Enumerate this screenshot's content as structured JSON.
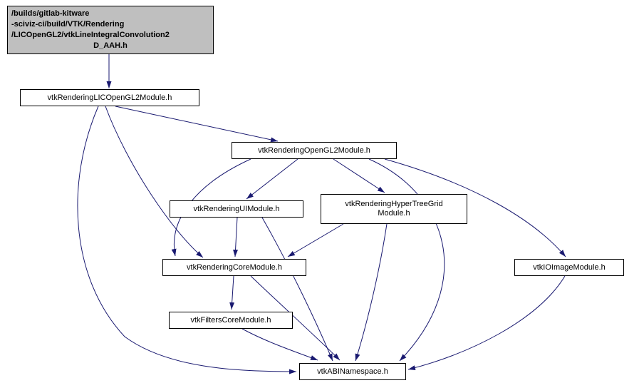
{
  "graph": {
    "kind": "include-dependency-graph",
    "colors": {
      "edge": "#191970",
      "node_border": "#000000",
      "node_fill": "#ffffff",
      "root_fill": "#bfbfbf"
    },
    "nodes": {
      "root": {
        "lines": [
          "/builds/gitlab-kitware",
          "-sciviz-ci/build/VTK/Rendering",
          "/LICOpenGL2/vtkLineIntegralConvolution2",
          "D_AAH.h"
        ]
      },
      "lic": {
        "label": "vtkRenderingLICOpenGL2Module.h"
      },
      "opengl2": {
        "label": "vtkRenderingOpenGL2Module.h"
      },
      "ui": {
        "label": "vtkRenderingUIModule.h"
      },
      "htg": {
        "lines": [
          "vtkRenderingHyperTreeGrid",
          "Module.h"
        ]
      },
      "core": {
        "label": "vtkRenderingCoreModule.h"
      },
      "ioimage": {
        "label": "vtkIOImageModule.h"
      },
      "filters": {
        "label": "vtkFiltersCoreModule.h"
      },
      "abi": {
        "label": "vtkABINamespace.h"
      }
    },
    "edges": [
      {
        "from": "root",
        "to": "lic"
      },
      {
        "from": "lic",
        "to": "opengl2"
      },
      {
        "from": "lic",
        "to": "core"
      },
      {
        "from": "lic",
        "to": "abi"
      },
      {
        "from": "opengl2",
        "to": "ui"
      },
      {
        "from": "opengl2",
        "to": "htg"
      },
      {
        "from": "opengl2",
        "to": "core"
      },
      {
        "from": "opengl2",
        "to": "ioimage"
      },
      {
        "from": "opengl2",
        "to": "abi"
      },
      {
        "from": "ui",
        "to": "core"
      },
      {
        "from": "ui",
        "to": "abi"
      },
      {
        "from": "htg",
        "to": "core"
      },
      {
        "from": "htg",
        "to": "abi"
      },
      {
        "from": "core",
        "to": "filters"
      },
      {
        "from": "core",
        "to": "abi"
      },
      {
        "from": "ioimage",
        "to": "abi"
      },
      {
        "from": "filters",
        "to": "abi"
      }
    ]
  }
}
